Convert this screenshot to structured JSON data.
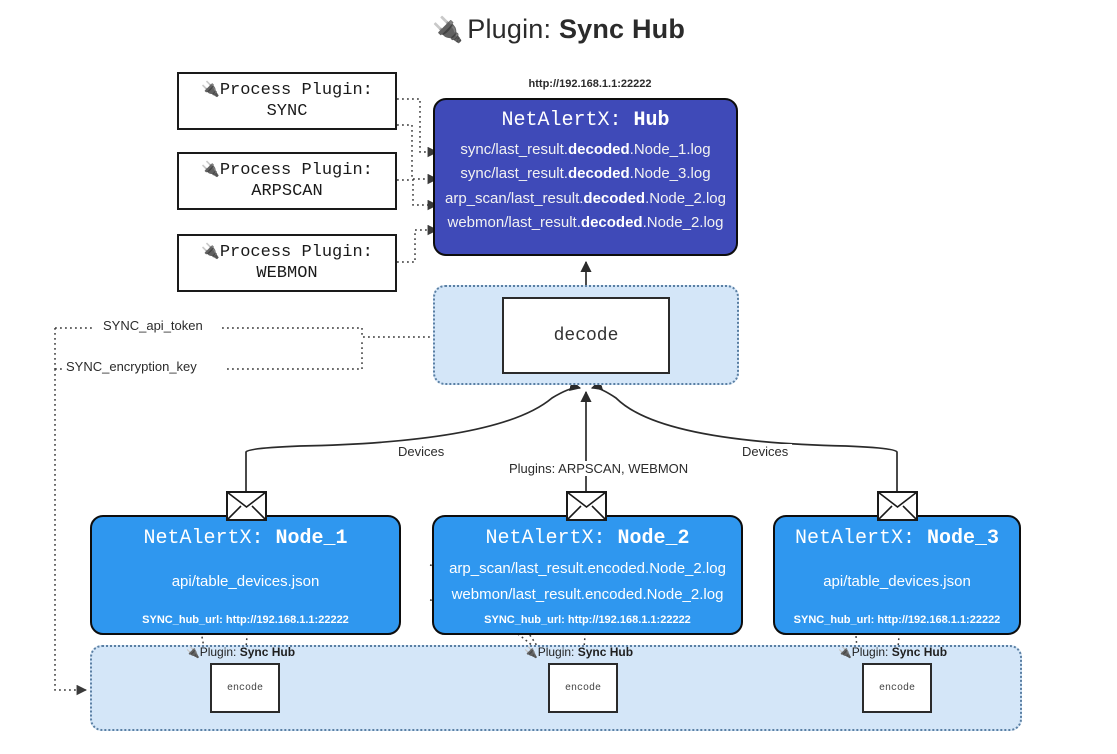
{
  "title": {
    "icon": "plug-icon",
    "prefix": "Plugin: ",
    "name": "Sync Hub"
  },
  "process_plugins": [
    {
      "icon": "plug-icon",
      "line1": "Process Plugin:",
      "line2": "SYNC"
    },
    {
      "icon": "plug-icon",
      "line1": "Process Plugin:",
      "line2": "ARPSCAN"
    },
    {
      "icon": "plug-icon",
      "line1": "Process Plugin:",
      "line2": "WEBMON"
    }
  ],
  "hub": {
    "url": "http://192.168.1.1:22222",
    "title_prefix": "NetAlertX: ",
    "title_name": "Hub",
    "lines": [
      {
        "pre": "sync/last_result.",
        "bold": "decoded",
        "post": ".Node_1.log"
      },
      {
        "pre": "sync/last_result.",
        "bold": "decoded",
        "post": ".Node_3.log"
      },
      {
        "pre": "arp_scan/last_result.",
        "bold": "decoded",
        "post": ".Node_2.log"
      },
      {
        "pre": "webmon/last_result.",
        "bold": "decoded",
        "post": ".Node_2.log"
      }
    ]
  },
  "decode": {
    "label": "decode"
  },
  "secrets": {
    "api_token": "SYNC_api_token",
    "encryption_key": "SYNC_encryption_key"
  },
  "flow_labels": {
    "devices_left": "Devices",
    "plugins_center": "Plugins: ARPSCAN, WEBMON",
    "devices_right": "Devices"
  },
  "nodes": [
    {
      "title_prefix": "NetAlertX: ",
      "title_name": "Node_1",
      "lines": [
        "api/table_devices.json"
      ],
      "footer": "SYNC_hub_url: http://192.168.1.1:22222",
      "icon": "envelope-icon"
    },
    {
      "title_prefix": "NetAlertX: ",
      "title_name": "Node_2",
      "lines": [
        "arp_scan/last_result.encoded.Node_2.log",
        "webmon/last_result.encoded.Node_2.log"
      ],
      "footer": "SYNC_hub_url: http://192.168.1.1:22222",
      "icon": "envelope-icon"
    },
    {
      "title_prefix": "NetAlertX: ",
      "title_name": "Node_3",
      "lines": [
        "api/table_devices.json"
      ],
      "footer": "SYNC_hub_url: http://192.168.1.1:22222",
      "icon": "envelope-icon"
    }
  ],
  "encoders": [
    {
      "icon": "plug-icon",
      "label_prefix": "Plugin: ",
      "label_name": "Sync Hub",
      "box": "encode"
    },
    {
      "icon": "plug-icon",
      "label_prefix": "Plugin: ",
      "label_name": "Sync Hub",
      "box": "encode"
    },
    {
      "icon": "plug-icon",
      "label_prefix": "Plugin: ",
      "label_name": "Sync Hub",
      "box": "encode"
    }
  ],
  "colors": {
    "hub_fill": "#3f4ab8",
    "node_fill": "#2f97ef",
    "container_fill": "#d4e6f8",
    "container_stroke": "#5a7fa3",
    "stroke_dark": "#0d0d0d",
    "background": "#ffffff"
  }
}
